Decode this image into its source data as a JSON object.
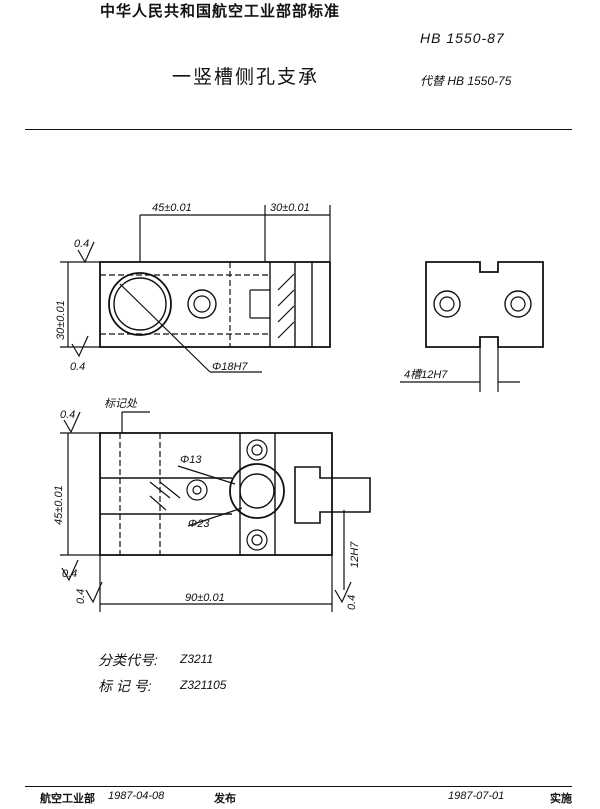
{
  "header": {
    "issuer": "中华人民共和国航空工业部部标准",
    "standard_no": "HB 1550-87",
    "title": "一竖槽侧孔支承",
    "replaces": "代替 HB 1550-75"
  },
  "drawing": {
    "dim_45": "45±0.01",
    "dim_30h": "30±0.01",
    "dim_30v": "30±0.01",
    "rough_a": "0.4",
    "rough_b": "0.4",
    "dia_18": "Φ18H7",
    "slot_label": "4槽12H7",
    "mark_label": "标记处",
    "rough_c": "0.4",
    "dia_13": "Φ13",
    "dia_23": "Φ23",
    "dim_45v": "45±0.01",
    "rough_d": "0.4",
    "rough_e": "0.4",
    "dim_90": "90±0.01",
    "rough_f": "0.4",
    "dim_12": "12H7"
  },
  "meta": {
    "class_label": "分类代号:",
    "class_value": "Z3211",
    "mark_label": "标 记 号:",
    "mark_value": "Z321105"
  },
  "footer": {
    "issuer": "航空工业部",
    "issue_date": "1987-04-08",
    "issue_word": "发布",
    "effective_date": "1987-07-01",
    "effective_word": "实施"
  }
}
